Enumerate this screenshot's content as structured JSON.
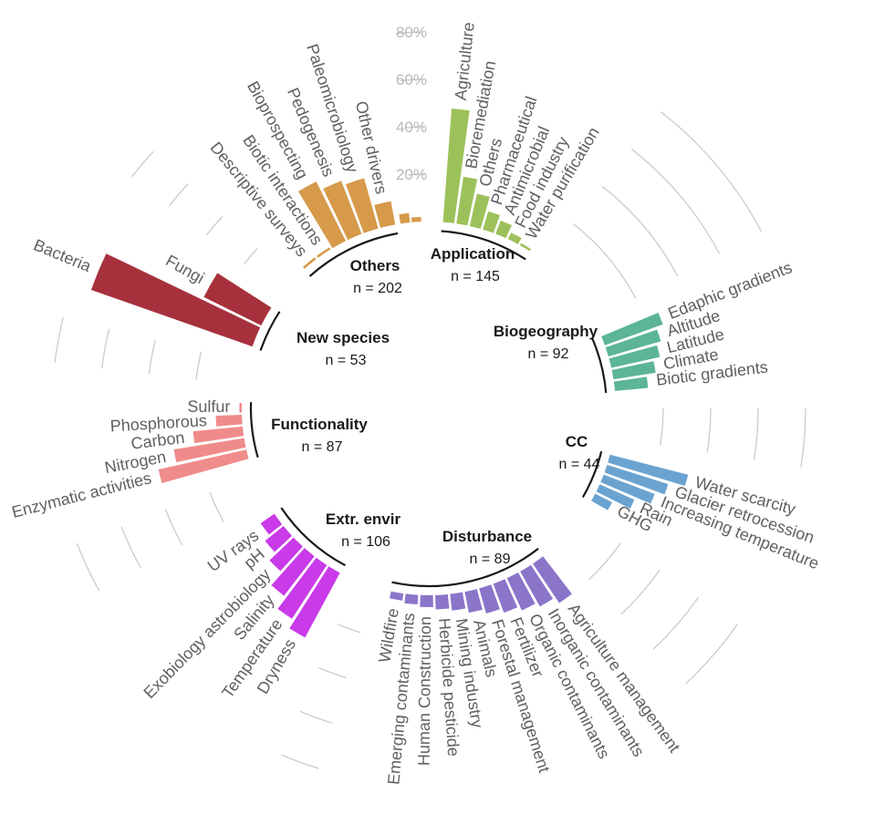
{
  "chart_data": {
    "type": "circular-bar",
    "yticks": [
      "20%",
      "40%",
      "60%",
      "80%"
    ],
    "ylim": [
      0,
      100
    ],
    "groups": [
      {
        "name": "Application",
        "count": "n = 145",
        "color": "#9dc15a",
        "categories": [
          "Agriculture",
          "Bioremediation",
          "Others",
          "Pharmaceutical",
          "Antimicrobial",
          "Food industry",
          "Water purification"
        ],
        "values": [
          48,
          20,
          14,
          8,
          6,
          3,
          1
        ]
      },
      {
        "name": "Biogeography",
        "count": "n = 92",
        "color": "#5bb596",
        "categories": [
          "Edaphic gradients",
          "Altitude",
          "Latitude",
          "Climate",
          "Biotic gradients"
        ],
        "values": [
          26,
          23,
          21,
          18,
          14
        ]
      },
      {
        "name": "CC",
        "count": "n = 44",
        "color": "#6ba3d0",
        "categories": [
          "Water scarcity",
          "Glacier retrocession",
          "Increasing temperature",
          "Rain",
          "GHG"
        ],
        "values": [
          34,
          27,
          23,
          16,
          8
        ]
      },
      {
        "name": "Disturbance",
        "count": "n = 89",
        "color": "#8b75c9",
        "categories": [
          "Agriculture management",
          "Inorganic contaminants",
          "Organic contaminants",
          "Fertilizer",
          "Forestal management",
          "Animals",
          "Mining industry",
          "Herbicide pesticide",
          "Human Construction",
          "Emerging contaminants",
          "Wildfire"
        ],
        "values": [
          20,
          17,
          15,
          13,
          11,
          9,
          7,
          6,
          5,
          4,
          3
        ]
      },
      {
        "name": "Extr. envir",
        "count": "n = 106",
        "color": "#c93ae8",
        "categories": [
          "Dryness",
          "Temperature",
          "Salinity",
          "Exobiology astrobiology",
          "pH",
          "UV rays"
        ],
        "values": [
          31,
          27,
          21,
          14,
          10,
          7
        ]
      },
      {
        "name": "Functionality",
        "count": "n = 87",
        "color": "#ef8c8b",
        "categories": [
          "Enzymatic activities",
          "Nitrogen",
          "Carbon",
          "Phosphorous",
          "Sulfur"
        ],
        "values": [
          38,
          30,
          21,
          11,
          1
        ]
      },
      {
        "name": "New species",
        "count": "n = 53",
        "color": "#a6313d",
        "categories": [
          "Bacteria",
          "Fungi"
        ],
        "values": [
          72,
          27
        ]
      },
      {
        "name": "Others",
        "count": "n = 202",
        "color": "#d69a4a",
        "categories": [
          "Descriptive surveys",
          "Biotic interactions",
          "Bioprospecting",
          "Pedogenesis",
          "Paleomicrobiology",
          "Other drivers"
        ],
        "values": [
          1,
          1,
          28,
          24,
          22,
          10
        ]
      }
    ],
    "extra_top_bars": {
      "color": "#d69a4a",
      "values": [
        4,
        2
      ]
    }
  }
}
